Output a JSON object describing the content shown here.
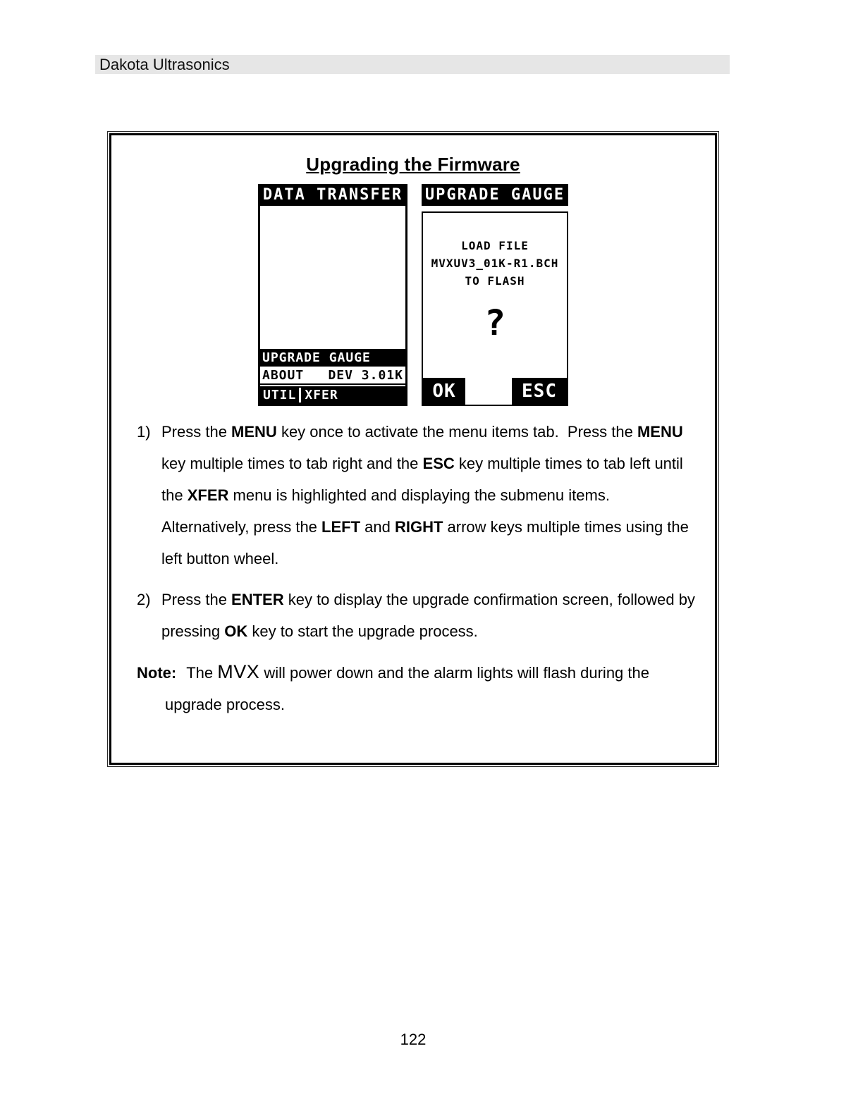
{
  "colors": {
    "header_bar_bg": "#e6e6e6",
    "lcd_ink": "#000000",
    "lcd_paper": "#ffffff"
  },
  "header": {
    "title": "Dakota Ultrasonics"
  },
  "panel": {
    "title": "Upgrading the Firmware"
  },
  "screens": {
    "left": {
      "title": "DATA TRANSFER",
      "menu_highlight": "UPGRADE GAUGE",
      "about_label": "ABOUT",
      "about_value": "DEV 3.01K",
      "tabs": [
        "UTIL",
        "XFER"
      ]
    },
    "right": {
      "title": "UPGRADE GAUGE",
      "message_line1": "LOAD FILE",
      "message_line2": "MVXUV3_01K-R1.BCH",
      "message_line3": "TO FLASH",
      "question_mark": "?",
      "ok_label": "OK",
      "esc_label": "ESC"
    }
  },
  "instructions": [
    {
      "number": "1)",
      "segments": [
        {
          "t": "Press the ",
          "b": false
        },
        {
          "t": "MENU",
          "b": true
        },
        {
          "t": " key once to activate the menu items tab.  Press the ",
          "b": false
        },
        {
          "t": "MENU",
          "b": true
        },
        {
          "t": " key multiple times to tab right and the ",
          "b": false
        },
        {
          "t": "ESC",
          "b": true
        },
        {
          "t": " key multiple times to tab left until the ",
          "b": false
        },
        {
          "t": "XFER",
          "b": true
        },
        {
          "t": " menu is highlighted and displaying the submenu items.  Alternatively, press the ",
          "b": false
        },
        {
          "t": "LEFT",
          "b": true
        },
        {
          "t": " and ",
          "b": false
        },
        {
          "t": "RIGHT",
          "b": true
        },
        {
          "t": " arrow keys multiple times using the left button wheel.",
          "b": false
        }
      ]
    },
    {
      "number": "2)",
      "segments": [
        {
          "t": "Press the ",
          "b": false
        },
        {
          "t": "ENTER",
          "b": true
        },
        {
          "t": " key to display the upgrade confirmation screen, followed by pressing ",
          "b": false
        },
        {
          "t": "OK",
          "b": true
        },
        {
          "t": " key to start the upgrade process.",
          "b": false
        }
      ]
    }
  ],
  "note": {
    "label": "Note:",
    "segments": [
      {
        "t": "The ",
        "b": false
      },
      {
        "t": "MVX",
        "b": false,
        "m": true
      },
      {
        "t": " will power down and the alarm lights will flash during the upgrade process.",
        "b": false
      }
    ]
  },
  "footer": {
    "page_number": "122"
  }
}
